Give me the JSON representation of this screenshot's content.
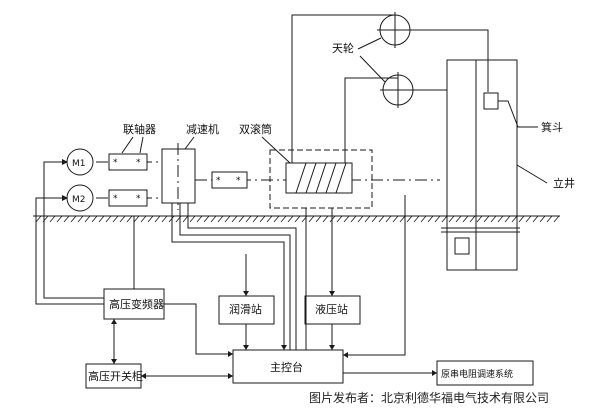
{
  "labels": {
    "tianlun": "天轮",
    "lianzhouqi": "联轴器",
    "jiansuji": "减速机",
    "shuangguntong": "双滚筒",
    "jidou": "箕斗",
    "lijing": "立井",
    "gaoya_bianpinqi": "高压变频器",
    "runhua_zhan": "润滑站",
    "yeya_zhan": "液压站",
    "zhukongtai": "主控台",
    "gaoya_kaiguangui": "高压开关柜",
    "yuan_dianzu": "原串电阻调速系统",
    "m1": "M1",
    "m2": "M2"
  },
  "credit": "图片发布者：北京利德华福电气技术有限公司"
}
